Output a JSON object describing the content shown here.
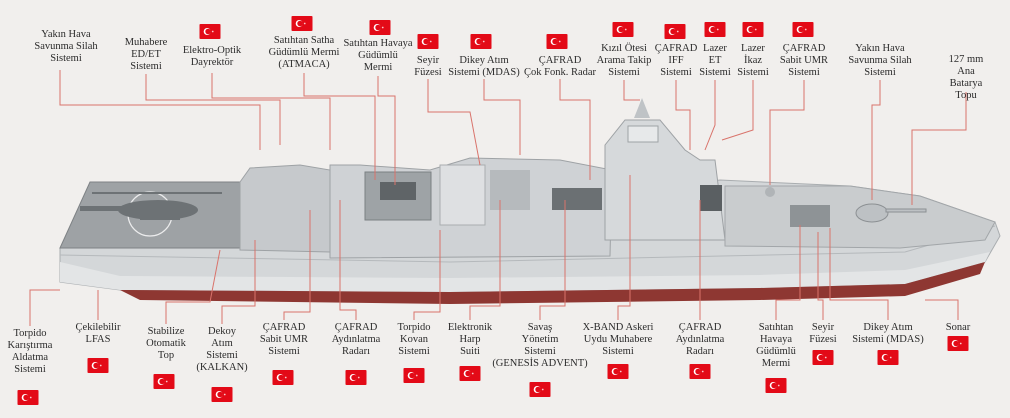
{
  "colors": {
    "accent_red": "#e30a17",
    "leader_line": "#d9736b",
    "hull": "#cfd2d4",
    "deck": "#b7bbbe",
    "waterline": "#9a3a36"
  },
  "top_labels": [
    {
      "text": "Yakın Hava\nSavunma Silah\nSistemi",
      "icon": "turkish-flag-icon"
    },
    {
      "text": "Muhabere\nED/ET\nSistemi",
      "icon": "turkish-flag-icon"
    },
    {
      "text": "Elektro-Optik\nDayrektör",
      "icon": "turkish-flag-icon"
    },
    {
      "text": "Satıhtan Satha\nGüdümlü Mermi\n(ATMACA)",
      "icon": "turkish-flag-icon"
    },
    {
      "text": "Satıhtan Havaya\nGüdümlü\nMermi",
      "icon": "turkish-flag-icon"
    },
    {
      "text": "Seyir\nFüzesi",
      "icon": "turkish-flag-icon"
    },
    {
      "text": "Dikey Atım\nSistemi (MDAS)",
      "icon": "turkish-flag-icon"
    },
    {
      "text": "ÇAFRAD\nÇok Fonk. Radar",
      "icon": "turkish-flag-icon"
    },
    {
      "text": "Kızıl Ötesi\nArama Takip\nSistemi",
      "icon": "turkish-flag-icon"
    },
    {
      "text": "ÇAFRAD\nIFF\nSistemi",
      "icon": "turkish-flag-icon"
    },
    {
      "text": "Lazer\nET\nSistemi",
      "icon": "turkish-flag-icon"
    },
    {
      "text": "Lazer\nİkaz\nSistemi",
      "icon": "turkish-flag-icon"
    },
    {
      "text": "ÇAFRAD\nSabit UMR\nSistemi",
      "icon": "turkish-flag-icon"
    },
    {
      "text": "Yakın Hava\nSavunma Silah\nSistemi",
      "icon": "turkish-flag-icon"
    },
    {
      "text": "127 mm Ana\nBatarya Topu",
      "icon": "turkish-flag-icon"
    }
  ],
  "bottom_labels": [
    {
      "text": "Torpido\nKarıştırma\nAldatma\nSistemi",
      "icon": "turkish-flag-icon"
    },
    {
      "text": "Çekilebilir\nLFAS",
      "icon": "turkish-flag-icon"
    },
    {
      "text": "Stabilize\nOtomatik\nTop",
      "icon": "turkish-flag-icon"
    },
    {
      "text": "Dekoy\nAtım\nSistemi\n(KALKAN)",
      "icon": "turkish-flag-icon"
    },
    {
      "text": "ÇAFRAD\nSabit UMR\nSistemi",
      "icon": "turkish-flag-icon"
    },
    {
      "text": "ÇAFRAD\nAydınlatma\nRadarı",
      "icon": "turkish-flag-icon"
    },
    {
      "text": "Torpido\nKovan\nSistemi",
      "icon": "turkish-flag-icon"
    },
    {
      "text": "Elektronik\nHarp\nSuiti",
      "icon": "turkish-flag-icon"
    },
    {
      "text": "Savaş\nYönetim\nSistemi\n(GENESİS ADVENT)",
      "icon": "turkish-flag-icon"
    },
    {
      "text": "X-BAND Askeri\nUydu Muhabere\nSistemi",
      "icon": "turkish-flag-icon"
    },
    {
      "text": "ÇAFRAD\nAydınlatma\nRadarı",
      "icon": "turkish-flag-icon"
    },
    {
      "text": "Satıhtan\nHavaya\nGüdümlü\nMermi",
      "icon": "turkish-flag-icon"
    },
    {
      "text": "Seyir\nFüzesi",
      "icon": "turkish-flag-icon"
    },
    {
      "text": "Dikey Atım\nSistemi (MDAS)",
      "icon": "turkish-flag-icon"
    },
    {
      "text": "Sonar",
      "icon": "turkish-flag-icon"
    }
  ]
}
